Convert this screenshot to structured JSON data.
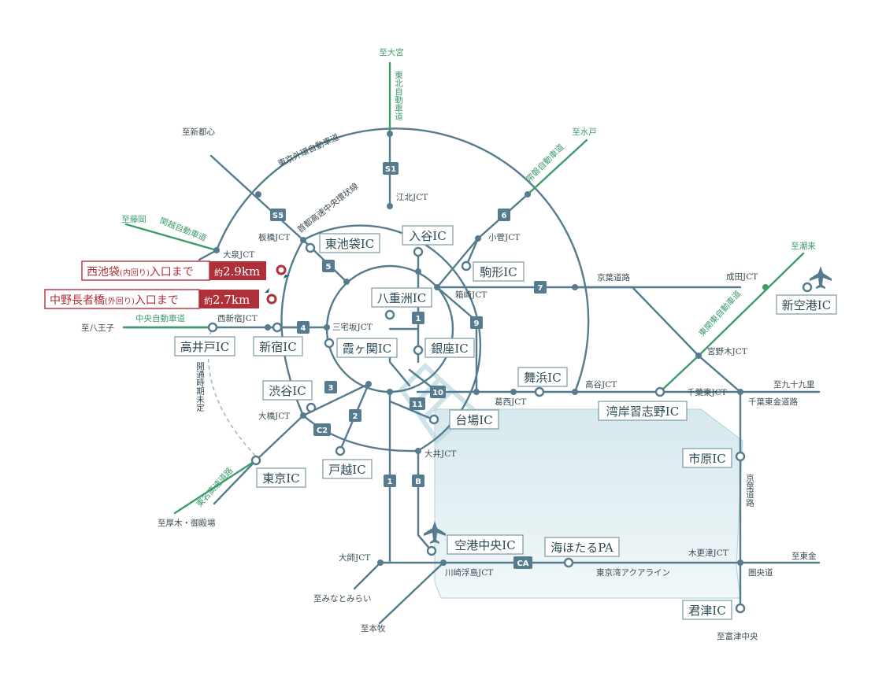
{
  "labels": {
    "to_omiya": "至大宮",
    "tohoku_exp": "東北自動車道",
    "to_shintoshin": "至新都心",
    "gaikan": "東京外環自動車道",
    "to_mito": "至水戸",
    "joban_exp": "常磐自動車道",
    "to_fujioka": "至藤岡",
    "kanetsu_exp": "関越自動車道",
    "chuo_kanjo": "首都高速中央環状線",
    "kohoku_jct": "江北JCT",
    "itabashi_jct": "板橋JCT",
    "oizumi_jct": "大泉JCT",
    "kosuge_jct": "小菅JCT",
    "to_itako": "至潮来",
    "narita_jct": "成田JCT",
    "keiyo_road": "京葉道路",
    "hakozaki_jct": "箱崎JCT",
    "higashi_kanto_exp": "東関東自動車道",
    "miyanogi_jct": "宮野木JCT",
    "chuo_exp": "中央自動車道",
    "nishishinjuku_jct": "西新宿JCT",
    "miyakezaka_jct": "三宅坂JCT",
    "to_hachioji": "至八王子",
    "kaitsu_mitei": "開通時期未定",
    "to_kujukuri": "至九十九里",
    "chiba_higashi_jct": "千葉東JCT",
    "chiba_togane": "千葉東金道路",
    "koya_jct": "高谷JCT",
    "kasai_jct": "葛西JCT",
    "ohashi_jct": "大橋JCT",
    "oi_jct": "大井JCT",
    "tomei_exp": "東名高速道路",
    "keiyo_road_v": "京葉道路",
    "to_atsugi": "至厚木・御殿場",
    "daishi_jct": "大師JCT",
    "kawasaki_ukishima_jct": "川崎浮島JCT",
    "aqualine": "東京湾アクアライン",
    "kisarazu_jct": "木更津JCT",
    "to_higashigane": "至東金",
    "ken_o_do": "圏央道",
    "to_minatomirai": "至みなとみらい",
    "to_honmoku": "至本牧",
    "to_futtsu": "至富津中央"
  },
  "ic": {
    "higashi_ikebukuro": "東池袋IC",
    "iriya": "入谷IC",
    "komagata": "駒形IC",
    "yaesu": "八重洲IC",
    "kasumigaseki": "霞ヶ関IC",
    "ginza": "銀座IC",
    "shinjuku": "新宿IC",
    "takaido": "高井戸IC",
    "shibuya": "渋谷IC",
    "maihama": "舞浜IC",
    "daiba": "台場IC",
    "wangan_narashino": "湾岸習志野IC",
    "togoshi": "戸越IC",
    "tokyo": "東京IC",
    "ichihara": "市原IC",
    "kuko_chuo": "空港中央IC",
    "umihotaru": "海ほたるPA",
    "kimitsu": "君津IC",
    "shin_kuko": "新空港IC"
  },
  "route": {
    "s1": "S1",
    "s5": "S5",
    "r6": "6",
    "r5": "5",
    "r7": "7",
    "r1a": "1",
    "r4": "4",
    "r9": "9",
    "r3": "3",
    "r10": "10",
    "r11": "11",
    "r2": "2",
    "c2": "C2",
    "r1b": "1",
    "b": "B",
    "ca": "CA"
  },
  "entrance": {
    "nishi_ikebukuro_main": "西池袋",
    "nishi_ikebukuro_sub": "(内回り)",
    "nishi_ikebukuro_tail": "入口まで",
    "nishi_ikebukuro_approx": "約",
    "nishi_ikebukuro_km": "2.9km",
    "nakano_main": "中野長者橋",
    "nakano_sub": "(外回り)",
    "nakano_tail": "入口まで",
    "nakano_approx": "約",
    "nakano_km": "2.7km"
  },
  "colors": {
    "road": "#557c8e",
    "green_route": "#3d9c6a",
    "highlight": "#b0303a",
    "water": "#d9ecf0"
  }
}
